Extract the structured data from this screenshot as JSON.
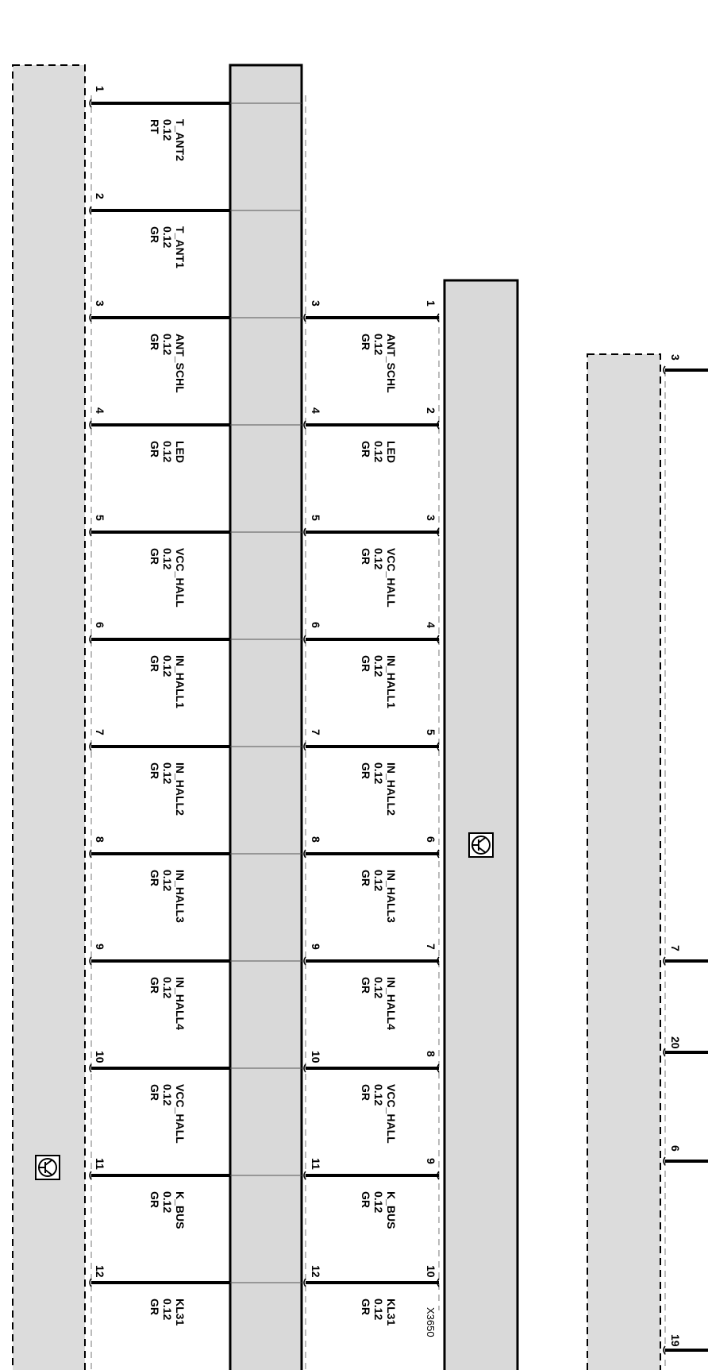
{
  "component_left": {
    "icon": "circled-transistor-icon"
  },
  "component_right": {
    "icon": "circled-transistor-icon",
    "ref": "X3650"
  },
  "wires_a": [
    {
      "pin": "1",
      "name": "T_ANT2",
      "size": "0.12",
      "color": "RT"
    },
    {
      "pin": "2",
      "name": "T_ANT1",
      "size": "0.12",
      "color": "GR"
    },
    {
      "pin": "3",
      "name": "ANT_SCHL",
      "size": "0.12",
      "color": "GR"
    },
    {
      "pin": "4",
      "name": "LED",
      "size": "0.12",
      "color": "GR"
    },
    {
      "pin": "5",
      "name": "VCC_HALL",
      "size": "0.12",
      "color": "GR"
    },
    {
      "pin": "6",
      "name": "IN_HALL1",
      "size": "0.12",
      "color": "GR"
    },
    {
      "pin": "7",
      "name": "IN_HALL2",
      "size": "0.12",
      "color": "GR"
    },
    {
      "pin": "8",
      "name": "IN_HALL3",
      "size": "0.12",
      "color": "GR"
    },
    {
      "pin": "9",
      "name": "IN_HALL4",
      "size": "0.12",
      "color": "GR"
    },
    {
      "pin": "10",
      "name": "VCC_HALL",
      "size": "0.12",
      "color": "GR"
    },
    {
      "pin": "11",
      "name": "K_BUS",
      "size": "0.12",
      "color": "GR"
    },
    {
      "pin": "12",
      "name": "KL31",
      "size": "0.12",
      "color": "GR"
    }
  ],
  "wires_b": [
    {
      "pin_top": "3",
      "pin_bottom": "1",
      "name": "ANT_SCHL",
      "size": "0.12",
      "color": "GR"
    },
    {
      "pin_top": "4",
      "pin_bottom": "2",
      "name": "LED",
      "size": "0.12",
      "color": "GR"
    },
    {
      "pin_top": "5",
      "pin_bottom": "3",
      "name": "VCC_HALL",
      "size": "0.12",
      "color": "GR"
    },
    {
      "pin_top": "6",
      "pin_bottom": "4",
      "name": "IN_HALL1",
      "size": "0.12",
      "color": "GR"
    },
    {
      "pin_top": "7",
      "pin_bottom": "5",
      "name": "IN_HALL2",
      "size": "0.12",
      "color": "GR"
    },
    {
      "pin_top": "8",
      "pin_bottom": "6",
      "name": "IN_HALL3",
      "size": "0.12",
      "color": "GR"
    },
    {
      "pin_top": "9",
      "pin_bottom": "7",
      "name": "IN_HALL4",
      "size": "0.12",
      "color": "GR"
    },
    {
      "pin_top": "10",
      "pin_bottom": "8",
      "name": "VCC_HALL",
      "size": "0.12",
      "color": "GR"
    },
    {
      "pin_top": "11",
      "pin_bottom": "9",
      "name": "K_BUS",
      "size": "0.12",
      "color": "GR"
    },
    {
      "pin_top": "12",
      "pin_bottom": "10",
      "name": "KL31",
      "size": "0.12",
      "color": "GR"
    }
  ],
  "wires_c": [
    {
      "pin": "3"
    },
    {
      "pin": "7"
    },
    {
      "pin": "20"
    },
    {
      "pin": "6"
    },
    {
      "pin": "19"
    }
  ]
}
